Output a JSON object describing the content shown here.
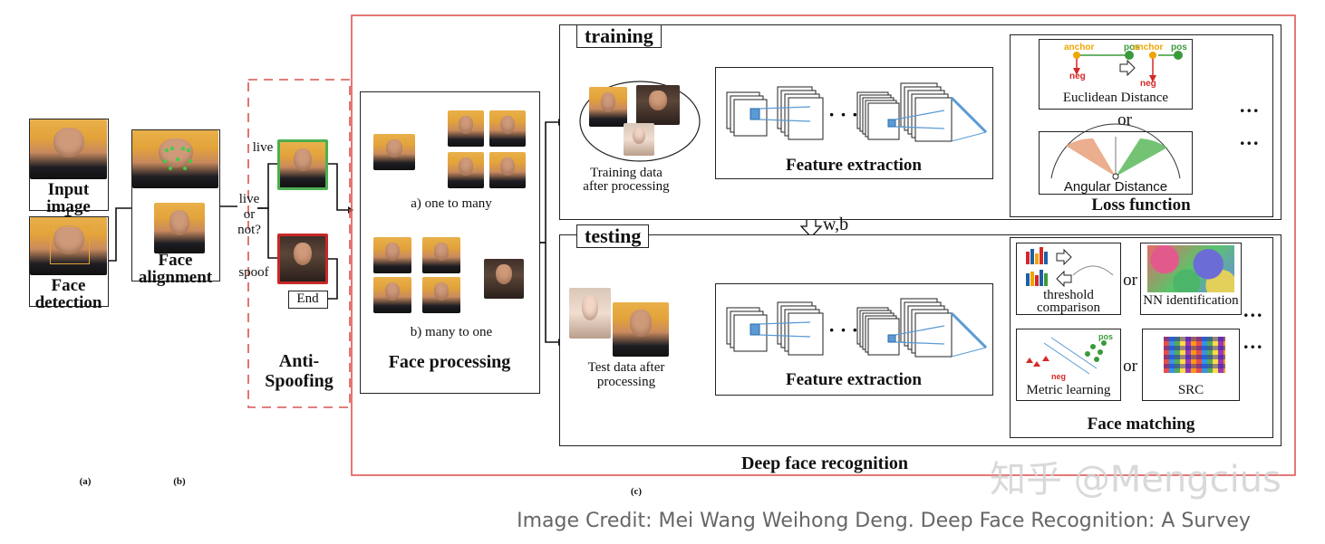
{
  "stage_a": {
    "input_image": "Input image",
    "face_detection": "Face detection",
    "caption": "(a)"
  },
  "stage_b": {
    "face_alignment": "Face alignment",
    "caption": "(b)"
  },
  "anti_spoofing": {
    "live": "live",
    "live_or_not": "live or not?",
    "spoof": "spoof",
    "end": "End",
    "title": "Anti- Spoofing"
  },
  "face_processing": {
    "one_to_many": "a) one to many",
    "many_to_one": "b) many to one",
    "title": "Face processing"
  },
  "training": {
    "tag": "training",
    "data_label": "Training data after processing",
    "feature_extraction": "Feature extraction",
    "euclidean": "Euclidean Distance",
    "or": "or",
    "angular": "Angular Distance",
    "loss_function": "Loss function",
    "anchor": "anchor",
    "pos": "pos",
    "neg": "neg",
    "dots": "..."
  },
  "wb": "w,b",
  "testing": {
    "tag": "testing",
    "data_label": "Test data after processing",
    "feature_extraction": "Feature extraction",
    "threshold": "threshold comparison",
    "nn": "NN identification",
    "metric": "Metric learning",
    "src": "SRC",
    "or": "or",
    "pos": "pos",
    "neg": "neg",
    "face_matching": "Face matching",
    "dots": "..."
  },
  "deep_face_recognition": "Deep face recognition",
  "caption_c": "(c)",
  "watermark": "知乎 @Mengcius",
  "credit": "Image Credit: Mei Wang Weihong Deng. Deep Face Recognition: A  Survey"
}
